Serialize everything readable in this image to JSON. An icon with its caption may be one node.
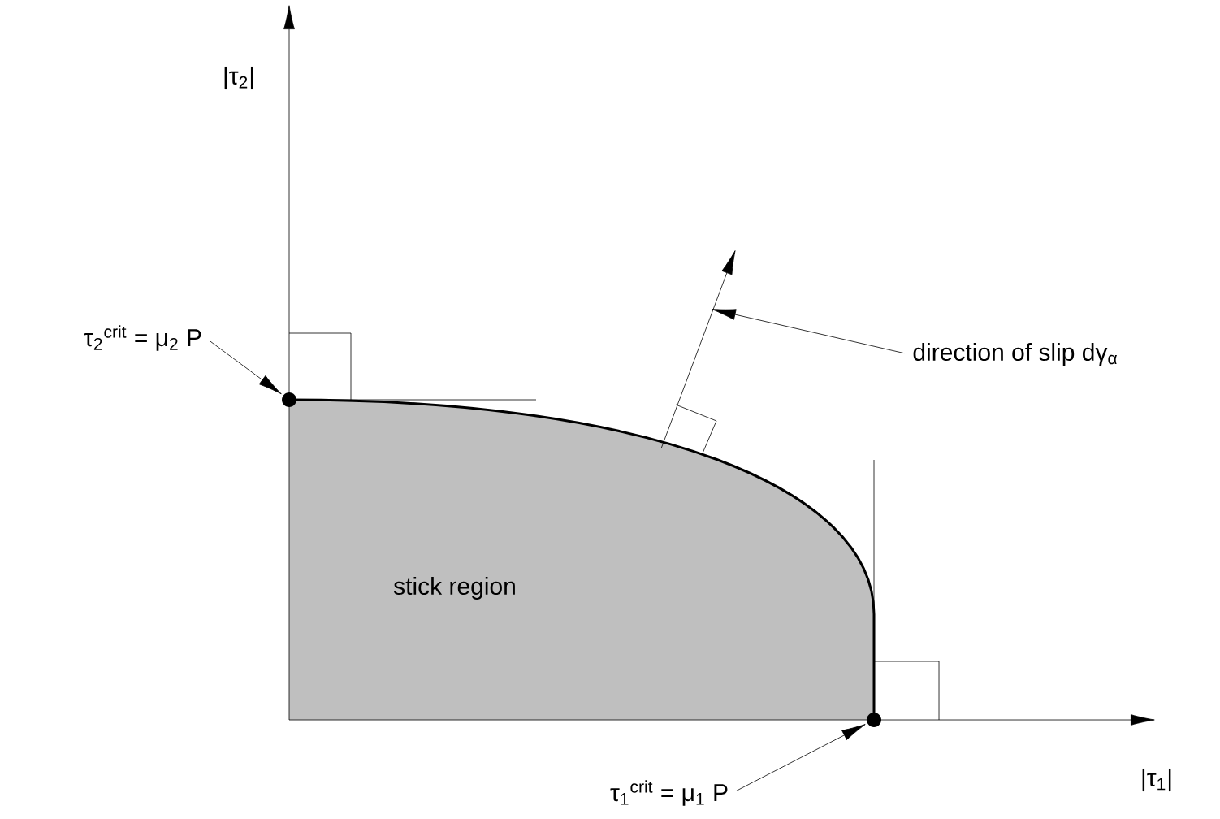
{
  "diagram": {
    "nodes": [
      {
        "text": [
          "τ$_{2}$$^{crit}$ = μ$_{2}$ P"
        ]
      },
      {
        "text": [],
        "shape": "circle"
      },
      {
        "text": [
          "stick region"
        ]
      },
      {
        "text": [
          "direction of slip dγ$_{α}$"
        ]
      },
      {
        "text": [
          "τ$_{1}$$^{crit}$ = μ$_{1}$ P"
        ]
      },
      {
        "text": [],
        "shape": "circle"
      }
    ],
    "edges": [
      {
        "from": 0,
        "to": 1,
        "arrow": "to"
      },
      {
        "from": 3,
        "to": null,
        "arrow": "to"
      },
      {
        "from": 4,
        "to": 5,
        "arrow": "to"
      }
    ],
    "labels": [
      "|τ$_{2}$|",
      "|τ$_{1}$|"
    ]
  }
}
